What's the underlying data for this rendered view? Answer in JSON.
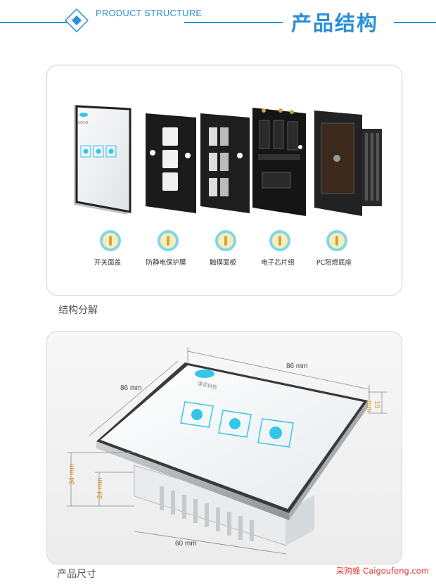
{
  "header": {
    "title_en": "PRODUCT STRUCTURE",
    "title_cn": "产品结构"
  },
  "structure": {
    "caption": "结构分解",
    "parts": [
      {
        "label": "开关面盖"
      },
      {
        "label": "防静电保护膜"
      },
      {
        "label": "触摸面板"
      },
      {
        "label": "电子芯片组"
      },
      {
        "label": "PC阻燃底座"
      }
    ]
  },
  "dimensions": {
    "caption": "产品尺寸",
    "width_top": "86 mm",
    "depth_left": "86 mm",
    "thickness": "10 mm",
    "height_total": "34 mm",
    "height_base": "24 mm",
    "base_width": "60 mm",
    "switch_brand": "莲花科技",
    "small_brand": "KOHB"
  },
  "watermark": "采购蜂 Caigoufeng.com",
  "colors": {
    "accent": "#2b8fd6",
    "dim_orange": "#e08a1c",
    "switch_cyan": "#33c6e8"
  }
}
